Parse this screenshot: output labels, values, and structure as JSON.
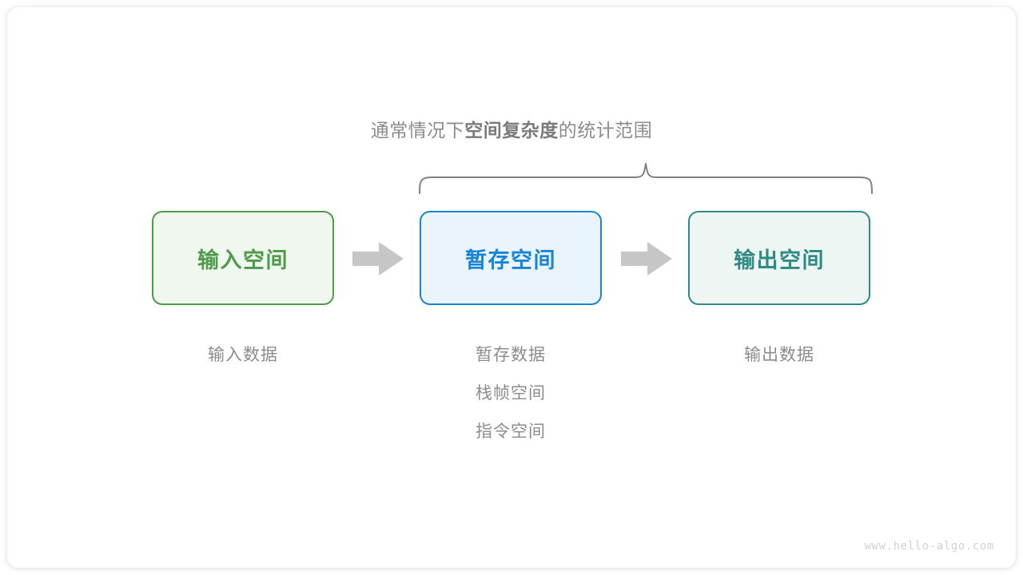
{
  "diagram": {
    "heading": {
      "prefix": "通常情况下",
      "emphasis": "空间复杂度",
      "suffix": "的统计范围"
    },
    "brace": {
      "label": "scope-brace",
      "color": "#808080"
    },
    "boxes": [
      {
        "label": "输入空间",
        "fill": "#f0f7ee",
        "border": "#4f9a4b",
        "text_color": "#4f9a4b",
        "name": "input-space"
      },
      {
        "label": "暂存空间",
        "fill": "#e9f4fd",
        "border": "#1884d8",
        "text_color": "#1884d8",
        "name": "temp-space"
      },
      {
        "label": "输出空间",
        "fill": "#edf6f3",
        "border": "#2f8a84",
        "text_color": "#2f8a84",
        "name": "output-space"
      }
    ],
    "arrows": [
      {
        "name": "arrow-input-to-temp",
        "color": "#c6c6c6"
      },
      {
        "name": "arrow-temp-to-output",
        "color": "#c6c6c6"
      }
    ],
    "captions": {
      "input": [
        "输入数据"
      ],
      "temp": [
        "暂存数据",
        "栈帧空间",
        "指令空间"
      ],
      "output": [
        "输出数据"
      ]
    },
    "caption_color": "#8c8c8c",
    "watermark": "www.hello-algo.com"
  }
}
